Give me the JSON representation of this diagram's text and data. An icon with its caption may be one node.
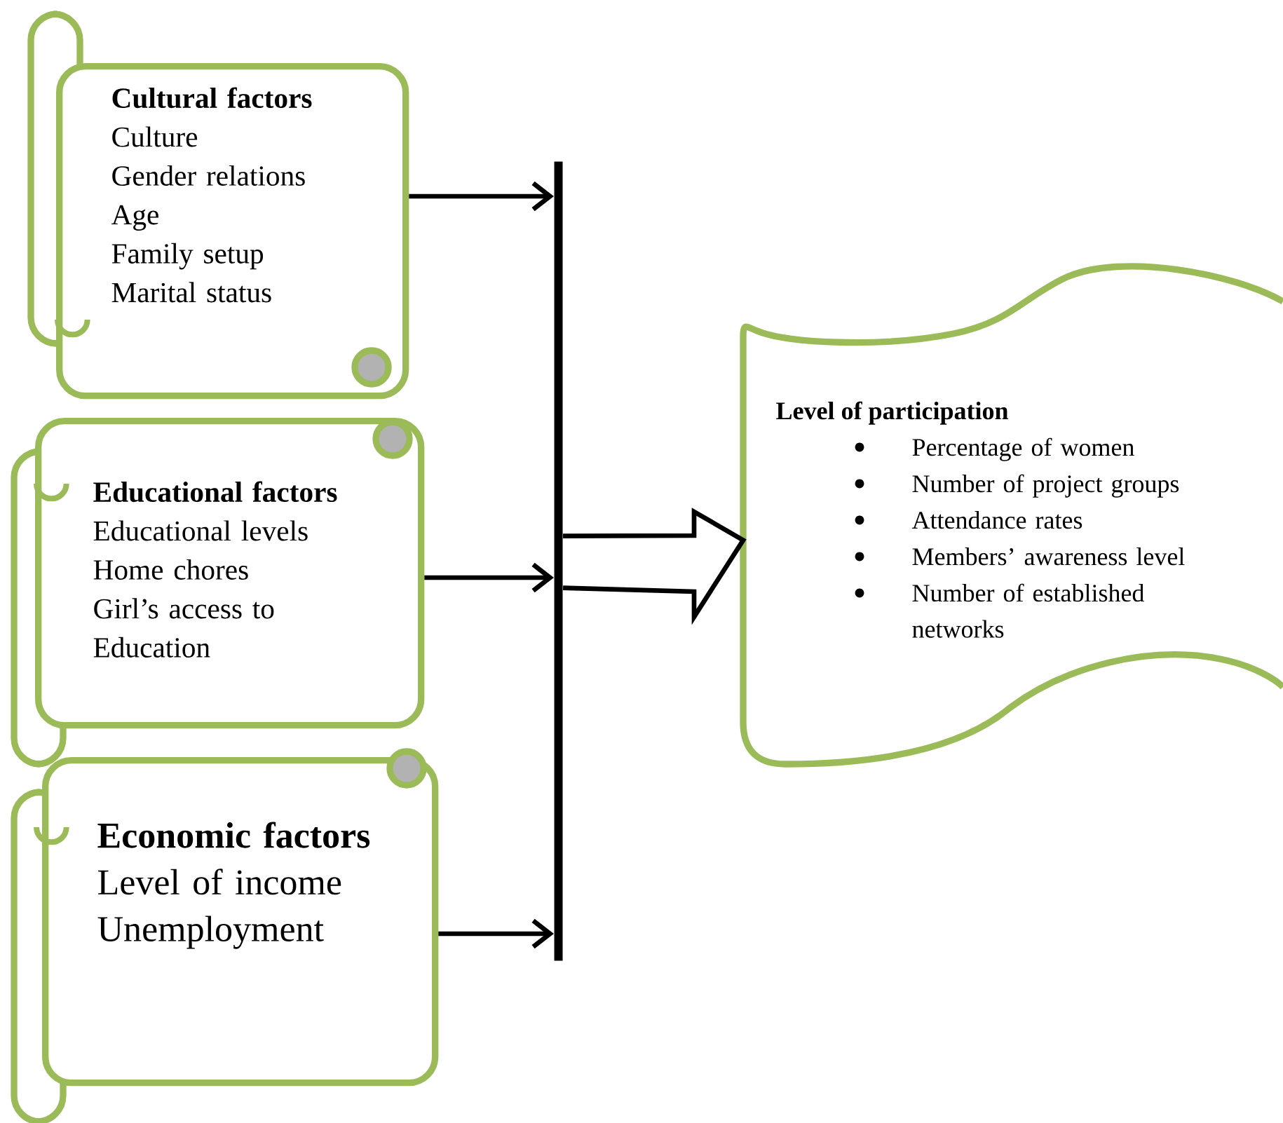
{
  "diagram": {
    "nodes": [
      {
        "text": [
          "Cultural factors",
          "Culture",
          "Gender relations",
          "Age",
          "Family setup",
          "Marital status"
        ]
      },
      {
        "text": [
          "Educational factors",
          "Educational levels",
          "Home chores",
          "Girl’s access to Education"
        ]
      },
      {
        "text": [
          "Economic factors",
          "Level of income",
          "Unemployment"
        ]
      },
      {
        "text": [],
        "shape": "bar"
      },
      {
        "text": [
          "Level of participation",
          "Percentage of women",
          "Number of project groups",
          "Attendance rates",
          "Members’ awareness level",
          "Number of established networks"
        ]
      }
    ],
    "edges": [
      {
        "from": 0,
        "to": 3,
        "arrow": "to"
      },
      {
        "from": 1,
        "to": 3,
        "arrow": "to"
      },
      {
        "from": 2,
        "to": 3,
        "arrow": "to"
      },
      {
        "from": 3,
        "to": 4,
        "arrow": "to",
        "style": "thick"
      }
    ]
  }
}
